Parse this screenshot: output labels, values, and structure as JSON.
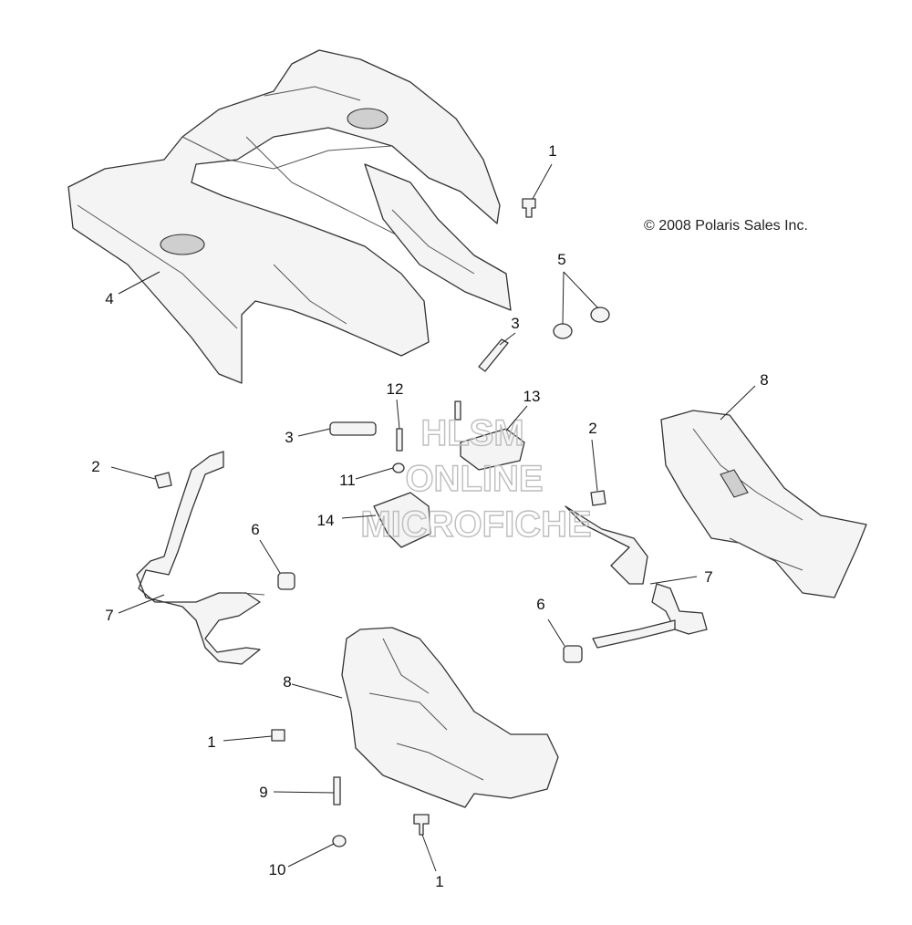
{
  "copyright": "© 2008 Polaris Sales Inc.",
  "watermark": [
    "HLSM",
    "ONLINE",
    "MICROFICHE"
  ],
  "callouts": [
    "1",
    "5",
    "4",
    "3",
    "8",
    "12",
    "13",
    "3",
    "2",
    "2",
    "11",
    "14",
    "6",
    "7",
    "7",
    "6",
    "8",
    "1",
    "9",
    "10",
    "1"
  ]
}
